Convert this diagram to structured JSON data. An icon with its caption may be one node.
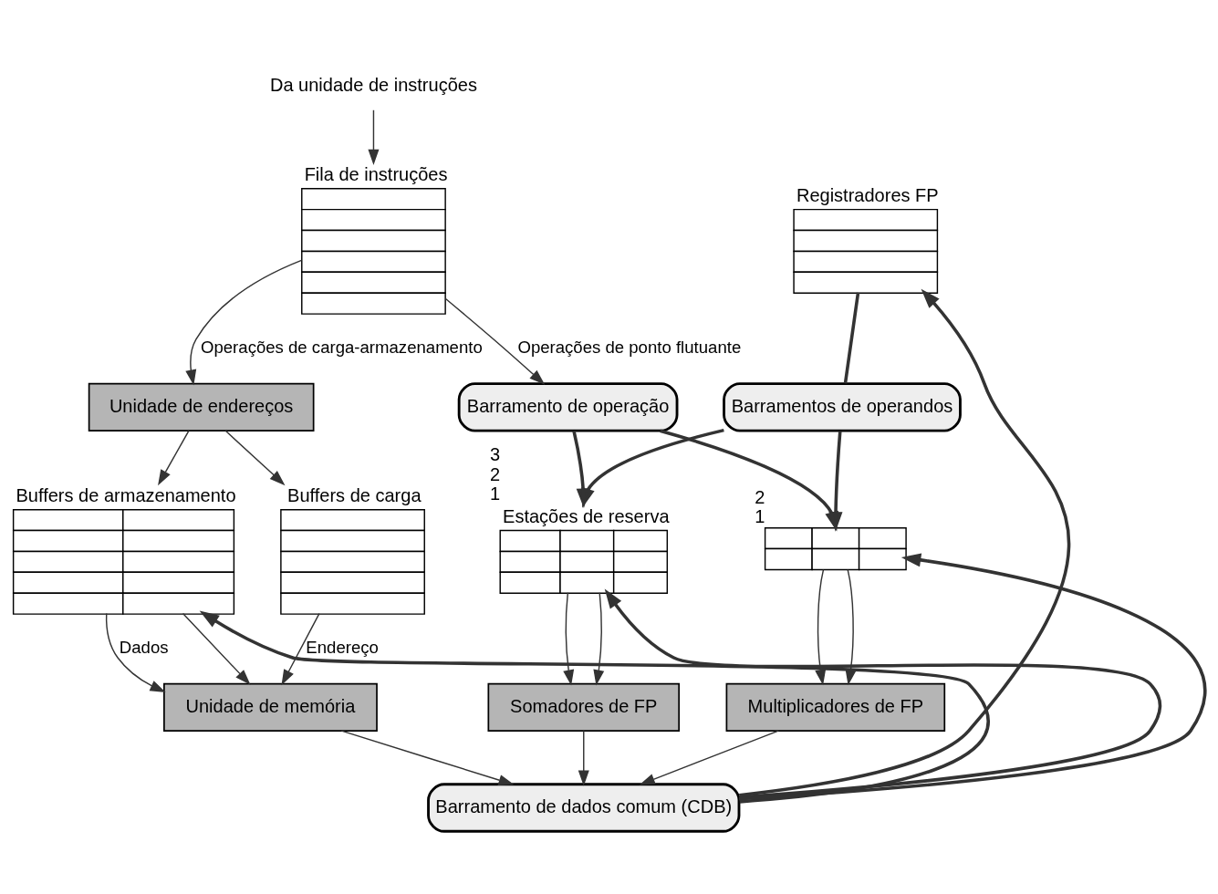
{
  "diagram": {
    "nodes": [
      {
        "text": [
          "Da unidade de instruções"
        ]
      },
      {
        "text": [
          "Fila de instruções"
        ]
      },
      {
        "text": [
          "Registradores FP"
        ]
      },
      {
        "text": [
          "Unidade de endereços"
        ]
      },
      {
        "text": [
          "Buffers de armazenamento"
        ]
      },
      {
        "text": [
          "Buffers de carga"
        ]
      },
      {
        "text": [
          "Estações de reserva"
        ],
        "beside": [
          "3",
          "2",
          "1"
        ]
      },
      {
        "text": [],
        "shape": "box",
        "beside": [
          "2",
          "1"
        ]
      },
      {
        "text": [
          "Unidade de memória"
        ]
      },
      {
        "text": [
          "Somadores de FP"
        ]
      },
      {
        "text": [
          "Multiplicadores de FP"
        ]
      },
      {
        "text": [
          "Barramento de operação"
        ]
      },
      {
        "text": [
          "Barramentos de operandos"
        ]
      },
      {
        "text": [
          "Barramento de dados comum (CDB)"
        ]
      }
    ],
    "edges": [
      {
        "from": 0,
        "to": 1,
        "arrow": "to"
      },
      {
        "from": 1,
        "to": 3,
        "arrow": "to",
        "label": "Operações de carga-armazenamento"
      },
      {
        "from": 1,
        "to": 11,
        "arrow": "to",
        "label": "Operações de ponto flutuante"
      },
      {
        "from": 3,
        "to": 4,
        "arrow": "to"
      },
      {
        "from": 3,
        "to": 5,
        "arrow": "to"
      },
      {
        "from": 4,
        "to": 8,
        "arrow": "to",
        "label": "Dados"
      },
      {
        "from": 4,
        "to": 8,
        "arrow": "to"
      },
      {
        "from": 5,
        "to": 8,
        "arrow": "to",
        "label": "Endereço"
      },
      {
        "from": 8,
        "to": 13,
        "arrow": "to"
      },
      {
        "from": 9,
        "to": 13,
        "arrow": "to"
      },
      {
        "from": 10,
        "to": 13,
        "arrow": "to"
      },
      {
        "from": 13,
        "to": 4,
        "arrow": "to",
        "style": "thick"
      },
      {
        "from": 13,
        "to": 2,
        "arrow": "to",
        "style": "thick"
      },
      {
        "from": 13,
        "to": 6,
        "arrow": "to",
        "style": "thick"
      },
      {
        "from": 13,
        "to": 7,
        "arrow": "to",
        "style": "thick"
      },
      {
        "from": 2,
        "to": 12,
        "arrow": "none",
        "style": "thick"
      },
      {
        "from": 12,
        "to": 6,
        "arrow": "to",
        "style": "thick"
      },
      {
        "from": 12,
        "to": 7,
        "arrow": "to",
        "style": "thick"
      },
      {
        "from": 11,
        "to": 6,
        "arrow": "to",
        "style": "thick"
      },
      {
        "from": 11,
        "to": 7,
        "arrow": "to",
        "style": "thick"
      },
      {
        "from": 6,
        "to": 9,
        "arrow": "to"
      },
      {
        "from": 6,
        "to": 9,
        "arrow": "to"
      },
      {
        "from": 7,
        "to": 10,
        "arrow": "to"
      },
      {
        "from": 7,
        "to": 10,
        "arrow": "to"
      }
    ]
  }
}
